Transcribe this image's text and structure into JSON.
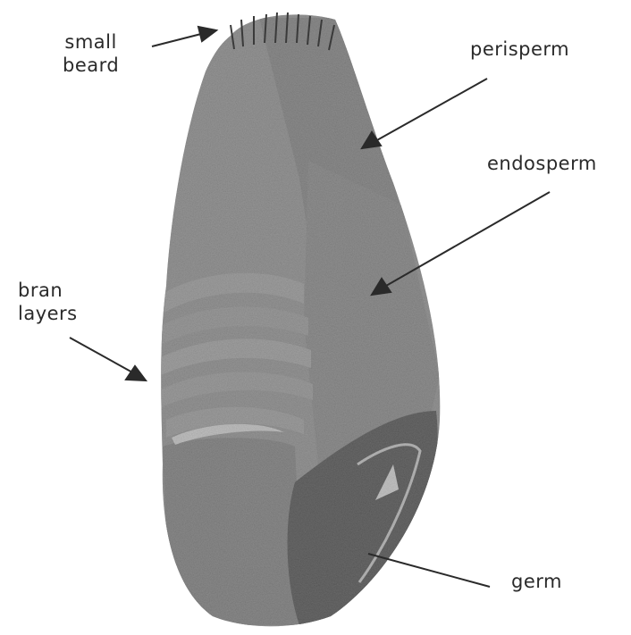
{
  "labels": {
    "small_beard": [
      "small",
      "beard"
    ],
    "perisperm": "perisperm",
    "endosperm": "endosperm",
    "bran_layers": [
      "bran",
      "layers"
    ],
    "germ": "germ"
  },
  "colors": {
    "ink": "#2a2a2a",
    "grain_light": "#8d8d8d",
    "grain_mid": "#6f6f6f",
    "grain_dark": "#4a4a4a",
    "germ_dark": "#2c2c2c",
    "highlight": "#e8e8e8"
  }
}
